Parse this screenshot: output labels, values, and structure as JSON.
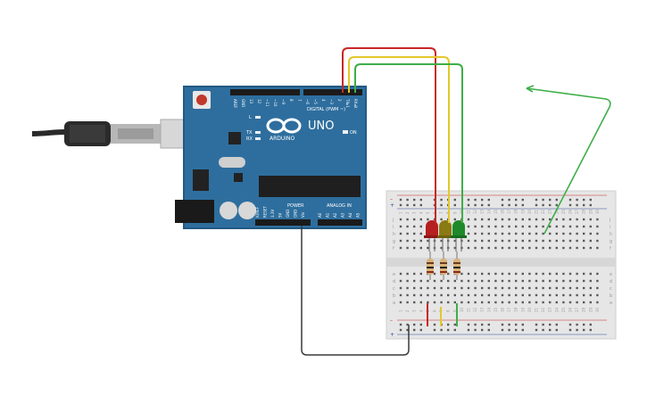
{
  "board": {
    "brand": "ARDUINO",
    "model": "UNO",
    "header_digital": "DIGITAL (PWM ~)",
    "header_power": "POWER",
    "header_analog": "ANALOG IN",
    "led_on_label": "ON",
    "led_l_label": "L",
    "led_tx_label": "TX",
    "led_rx_label": "RX",
    "top_pin_labels": [
      "AREF",
      "GND",
      "13",
      "12",
      "~11",
      "~10",
      "~9",
      "8",
      "7",
      "~6",
      "~5",
      "4",
      "~3",
      "2",
      "TX▸1",
      "RX◂0"
    ],
    "power_pin_labels": [
      "IOREF",
      "RESET",
      "3.3V",
      "5V",
      "GND",
      "GND",
      "Vin"
    ],
    "analog_pin_labels": [
      "A0",
      "A1",
      "A2",
      "A3",
      "A4",
      "A5"
    ],
    "color_board": "#2e6e9e",
    "color_board_edge": "#235a84"
  },
  "breadboard": {
    "row_letters_top": [
      "j",
      "i",
      "h",
      "g",
      "f"
    ],
    "row_letters_bottom": [
      "e",
      "d",
      "c",
      "b",
      "a"
    ],
    "rail_minus": "–",
    "rail_plus": "+",
    "column_numbers": [
      "1",
      "2",
      "3",
      "4",
      "5",
      "6",
      "7",
      "8",
      "9",
      "10",
      "11",
      "12",
      "13",
      "14",
      "15",
      "16",
      "17",
      "18",
      "19",
      "20",
      "21",
      "22",
      "23",
      "24",
      "25",
      "26",
      "27",
      "28",
      "29",
      "30"
    ]
  },
  "leds": [
    {
      "color": "#b51f1f",
      "name": "red"
    },
    {
      "color": "#8a7a14",
      "name": "yellow"
    },
    {
      "color": "#1f8a2a",
      "name": "green"
    }
  ],
  "wires": {
    "red": "#c62828",
    "yellow": "#e3c82a",
    "green": "#3fae49",
    "black": "#3a3a3a"
  }
}
